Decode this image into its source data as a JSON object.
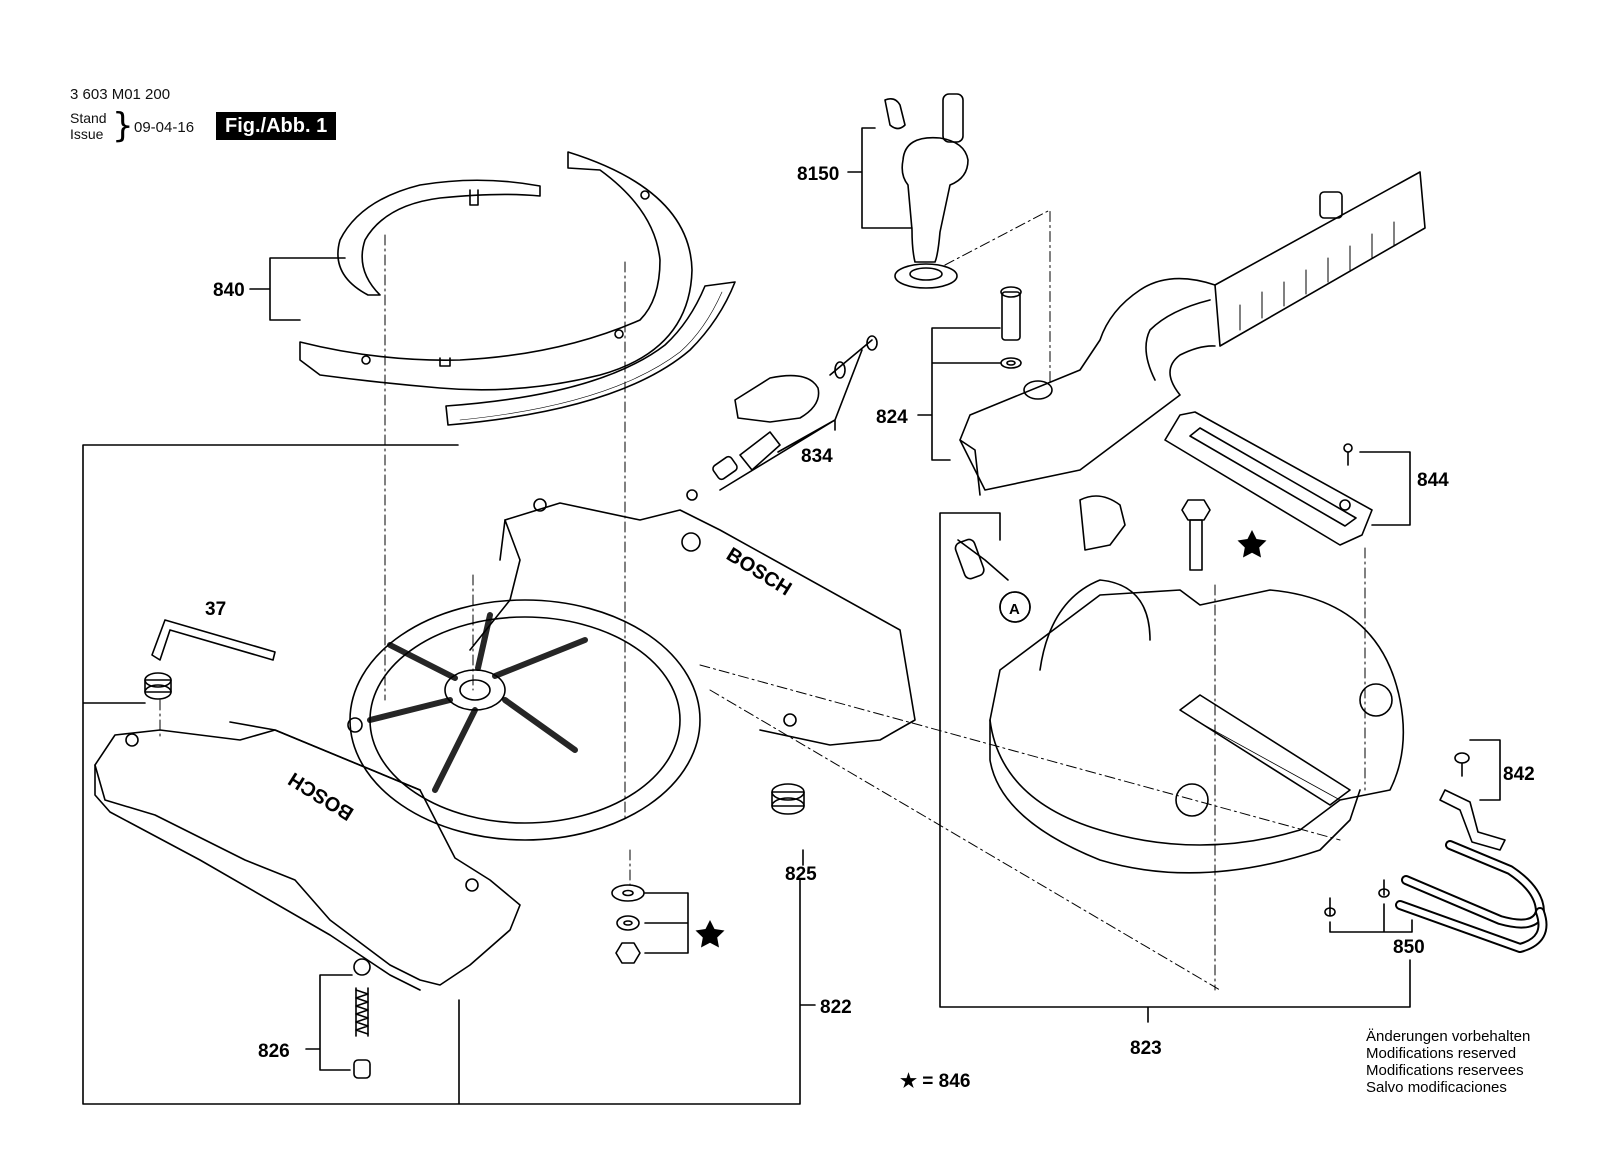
{
  "header": {
    "part_number": "3 603 M01 200",
    "stand_label": "Stand",
    "issue_label": "Issue",
    "date": "09-04-16",
    "figure_label": "Fig./Abb. 1"
  },
  "callouts": {
    "c8150": "8150",
    "c840": "840",
    "c824": "824",
    "c834": "834",
    "c844": "844",
    "c37": "37",
    "c842": "842",
    "c825": "825",
    "c850": "850",
    "c822": "822",
    "c826": "826",
    "c823": "823",
    "circle_a": "A"
  },
  "brand_text": "BOSCH",
  "star_note": "★ = 846",
  "disclaimer": [
    "Änderungen vorbehalten",
    "Modifications reserved",
    "Modifications reservees",
    "Salvo modificaciones"
  ],
  "colors": {
    "ink": "#000000",
    "background": "#ffffff"
  }
}
